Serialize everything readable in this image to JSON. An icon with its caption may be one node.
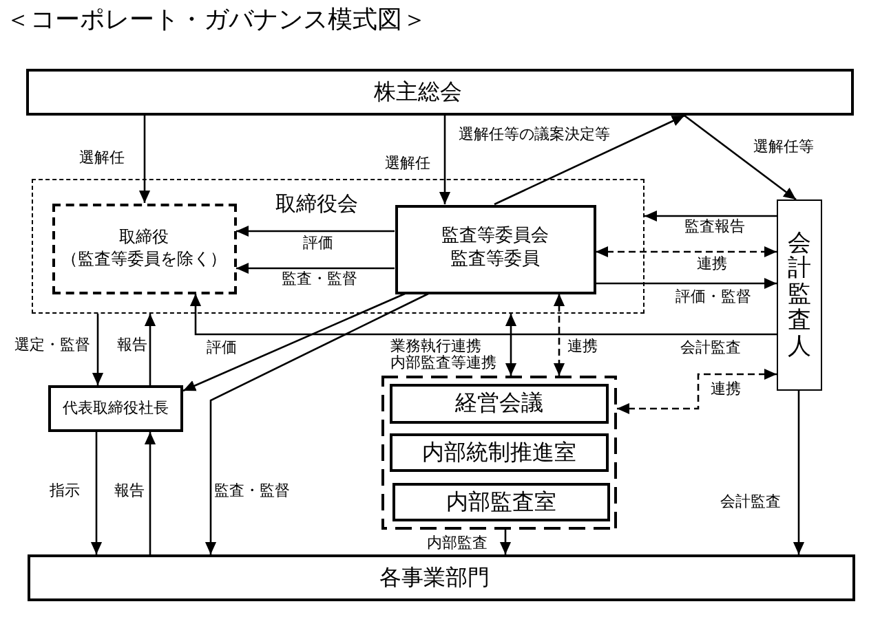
{
  "diagram": {
    "title": "＜コーポレート・ガバナンス模式図＞",
    "nodes": [
      {
        "text": [
          "株主総会"
        ]
      },
      {
        "text": [
          "取締役会"
        ]
      },
      {
        "text": [
          "取締役",
          "（監査等委員を除く）"
        ],
        "in": 1
      },
      {
        "text": [
          "監査等委員会",
          "監査等委員"
        ],
        "in": 1
      },
      {
        "text": [
          "会計監査人"
        ]
      },
      {
        "text": [
          "代表取締役社長"
        ]
      },
      {
        "text": [],
        "shape": "box"
      },
      {
        "text": [
          "経営会議"
        ],
        "in": 6
      },
      {
        "text": [
          "内部統制推進室"
        ],
        "in": 6
      },
      {
        "text": [
          "内部監査室"
        ],
        "in": 6
      },
      {
        "text": [
          "各事業部門"
        ]
      }
    ],
    "edges": [
      {
        "from": 0,
        "to": 2,
        "arrow": "to",
        "label": "選解任"
      },
      {
        "from": 0,
        "to": 3,
        "arrow": "to",
        "label": "選解任"
      },
      {
        "from": 3,
        "to": 0,
        "arrow": "to",
        "label": "選解任等の議案決定等"
      },
      {
        "from": 0,
        "to": 4,
        "arrow": "to",
        "label": "選解任等"
      },
      {
        "from": 3,
        "to": 2,
        "arrow": "to",
        "label": "評価"
      },
      {
        "from": 3,
        "to": 2,
        "arrow": "to",
        "label": "監査・監督"
      },
      {
        "from": 4,
        "to": 1,
        "arrow": "to",
        "label": "監査報告"
      },
      {
        "from": 3,
        "to": 4,
        "arrow": "both",
        "label": "連携",
        "style": "dashed"
      },
      {
        "from": 3,
        "to": 4,
        "arrow": "to",
        "label": "評価・監督"
      },
      {
        "from": 4,
        "to": 2,
        "arrow": "to",
        "label": "会計監査"
      },
      {
        "from": 3,
        "to": 5,
        "arrow": "to",
        "label": "評価"
      },
      {
        "from": 3,
        "to": 10,
        "arrow": "to",
        "label": "監査・監督"
      },
      {
        "from": 1,
        "to": 5,
        "arrow": "to",
        "label": "選定・監督"
      },
      {
        "from": 5,
        "to": 1,
        "arrow": "to",
        "label": "報告"
      },
      {
        "from": 5,
        "to": 10,
        "arrow": "to",
        "label": "指示"
      },
      {
        "from": 10,
        "to": 5,
        "arrow": "to",
        "label": "報告"
      },
      {
        "from": 1,
        "to": 6,
        "arrow": "both",
        "label": "業務執行連携内部監査等連携"
      },
      {
        "from": 3,
        "to": 6,
        "arrow": "both",
        "label": "連携",
        "style": "dashed"
      },
      {
        "from": 6,
        "to": 4,
        "arrow": "both",
        "label": "連携",
        "style": "dashed"
      },
      {
        "from": 6,
        "to": 10,
        "arrow": "to",
        "label": "内部監査"
      },
      {
        "from": 4,
        "to": 10,
        "arrow": "to",
        "label": "会計監査"
      }
    ]
  }
}
